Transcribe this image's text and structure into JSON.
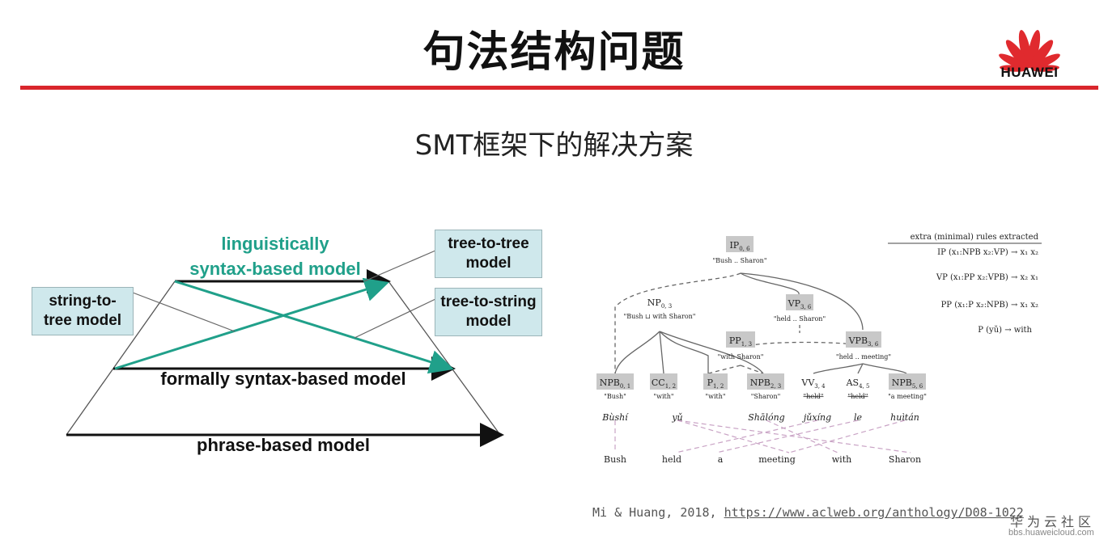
{
  "title": "句法结构问题",
  "logo": {
    "text": "HUAWEI"
  },
  "subtitle": "SMT框架下的解决方案",
  "colors": {
    "rule": "#d9262c",
    "teal": "#20a08a",
    "box_fill": "#cfe8ec",
    "logo_red": "#e02a2e"
  },
  "left_diagram": {
    "boxes": {
      "string_to_tree": "string-to-\ntree model",
      "tree_to_tree": "tree-to-tree\nmodel",
      "tree_to_string": "tree-to-string\nmodel"
    },
    "labels": {
      "linguistic": "linguistically\nsyntax-based model",
      "formal": "formally syntax-based model",
      "phrase": "phrase-based model"
    }
  },
  "right_diagram": {
    "nodes": [
      {
        "label": "IP",
        "span": "0, 6",
        "gloss": "\"Bush .. Sharon\""
      },
      {
        "label": "NP",
        "span": "0, 3",
        "gloss": "\"Bush ⊔ with Sharon\""
      },
      {
        "label": "VP",
        "span": "3, 6",
        "gloss": "\"held .. Sharon\""
      },
      {
        "label": "PP",
        "span": "1, 3",
        "gloss": "\"with Sharon\""
      },
      {
        "label": "VPB",
        "span": "3, 6",
        "gloss": "\"held .. meeting\""
      },
      {
        "label": "NPB",
        "span": "0, 1",
        "gloss": "\"Bush\""
      },
      {
        "label": "CC",
        "span": "1, 2",
        "gloss": "\"with\""
      },
      {
        "label": "P",
        "span": "1, 2",
        "gloss": "\"with\""
      },
      {
        "label": "NPB",
        "span": "2, 3",
        "gloss": "\"Sharon\""
      },
      {
        "label": "VV",
        "span": "3, 4",
        "gloss": "\"held\""
      },
      {
        "label": "AS",
        "span": "4, 5",
        "gloss": "\"held\""
      },
      {
        "label": "NPB",
        "span": "5, 6",
        "gloss": "\"a meeting\""
      }
    ],
    "source_words": [
      "Bùshí",
      "yǔ",
      "Shālóng",
      "jǔxíng",
      "le",
      "huìtán"
    ],
    "target_words": [
      "Bush",
      "held",
      "a",
      "meeting",
      "with",
      "Sharon"
    ],
    "rules_header": "extra (minimal) rules extracted",
    "rules": [
      "IP (x₁:NPB  x₂:VP) → x₁ x₂",
      "VP (x₁:PP  x₂:VPB) → x₂ x₁",
      "PP (x₁:P  x₂:NPB) → x₁ x₂",
      "P (yǔ) → with"
    ]
  },
  "citation": {
    "text": "Mi & Huang, 2018, ",
    "url": "https://www.aclweb.org/anthology/D08-1022"
  },
  "watermark": {
    "cn": "华为云社区",
    "url": "bbs.huaweicloud.com"
  }
}
